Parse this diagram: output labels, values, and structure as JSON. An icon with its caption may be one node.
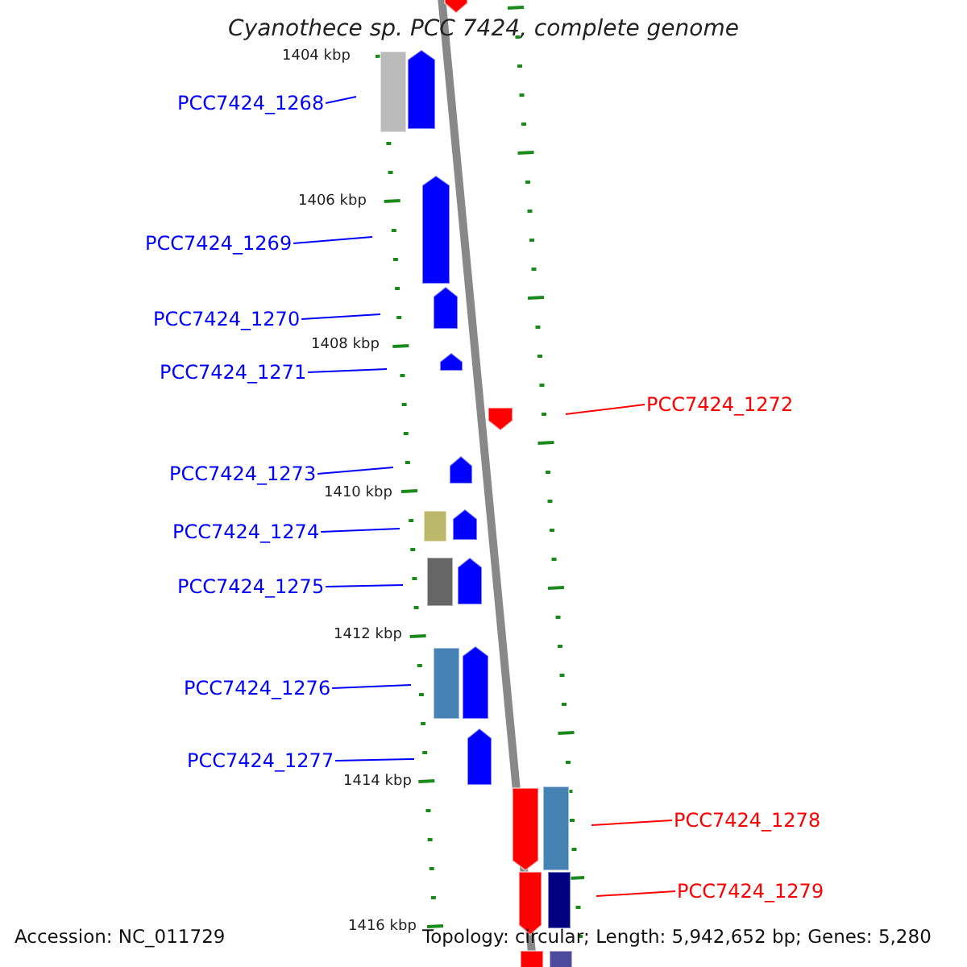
{
  "diagram": {
    "title": "Cyanothece sp. PCC 7424, complete genome",
    "nodes": [
      {
        "text": [
          "PCC7424_1268"
        ]
      },
      {
        "text": [
          "PCC7424_1269"
        ]
      },
      {
        "text": [
          "PCC7424_1270"
        ]
      },
      {
        "text": [
          "PCC7424_1271"
        ]
      },
      {
        "text": [
          "PCC7424_1272"
        ]
      },
      {
        "text": [
          "PCC7424_1273"
        ]
      },
      {
        "text": [
          "PCC7424_1274"
        ]
      },
      {
        "text": [
          "PCC7424_1275"
        ]
      },
      {
        "text": [
          "PCC7424_1276"
        ]
      },
      {
        "text": [
          "PCC7424_1277"
        ]
      },
      {
        "text": [
          "PCC7424_1278"
        ]
      },
      {
        "text": [
          "PCC7424_1279"
        ]
      }
    ],
    "edges": [
      {
        "from": 0,
        "to": null,
        "arrow": "none"
      },
      {
        "from": 1,
        "to": null,
        "arrow": "none"
      },
      {
        "from": 2,
        "to": null,
        "arrow": "none"
      },
      {
        "from": 3,
        "to": null,
        "arrow": "none"
      },
      {
        "from": 4,
        "to": null,
        "arrow": "none",
        "color": "#ff0000"
      },
      {
        "from": 5,
        "to": null,
        "arrow": "none"
      },
      {
        "from": 6,
        "to": null,
        "arrow": "none"
      },
      {
        "from": 7,
        "to": null,
        "arrow": "none"
      },
      {
        "from": 8,
        "to": null,
        "arrow": "none"
      },
      {
        "from": 9,
        "to": null,
        "arrow": "none"
      },
      {
        "from": 10,
        "to": null,
        "arrow": "none",
        "color": "#ff0000"
      },
      {
        "from": 11,
        "to": null,
        "arrow": "none",
        "color": "#ff0000"
      }
    ],
    "labels": [
      "1404 kbp",
      "1406 kbp",
      "1408 kbp",
      "1410 kbp",
      "1412 kbp",
      "1414 kbp",
      "1416 kbp",
      "Accession: NC_011729",
      "Topology: circular; Length: 5,942,652 bp; Genes: 5,280"
    ]
  }
}
